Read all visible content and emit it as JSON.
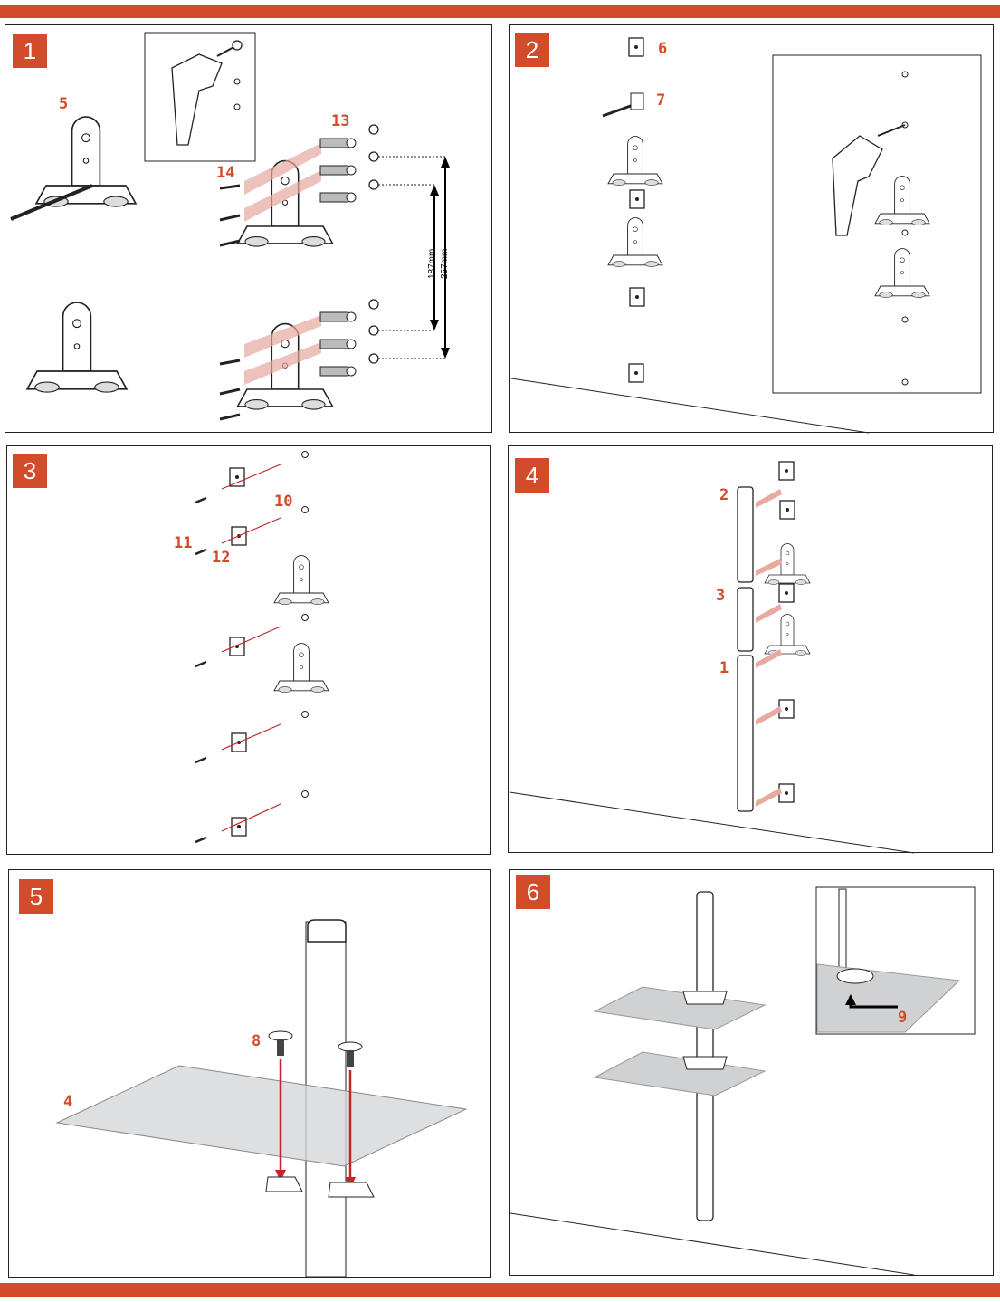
{
  "colors": {
    "accent": "#d24b2a",
    "line": "#222222",
    "glass": "#c8cacb"
  },
  "steps": [
    {
      "number": "1",
      "labels": {
        "bracket": "5",
        "anchor": "13",
        "screw": "14"
      },
      "dimensions": {
        "inner": "187mm",
        "outer": "257mm"
      }
    },
    {
      "number": "2",
      "labels": {
        "cap": "6",
        "rod": "7"
      }
    },
    {
      "number": "3",
      "labels": {
        "bolt": "10",
        "screw": "11",
        "washer": "12"
      }
    },
    {
      "number": "4",
      "labels": {
        "top_pillar": "2",
        "middle_pillar": "3",
        "bottom_pillar": "1"
      }
    },
    {
      "number": "5",
      "labels": {
        "knob": "8",
        "shelf": "4"
      }
    },
    {
      "number": "6",
      "labels": {
        "hex_key": "9"
      }
    }
  ]
}
